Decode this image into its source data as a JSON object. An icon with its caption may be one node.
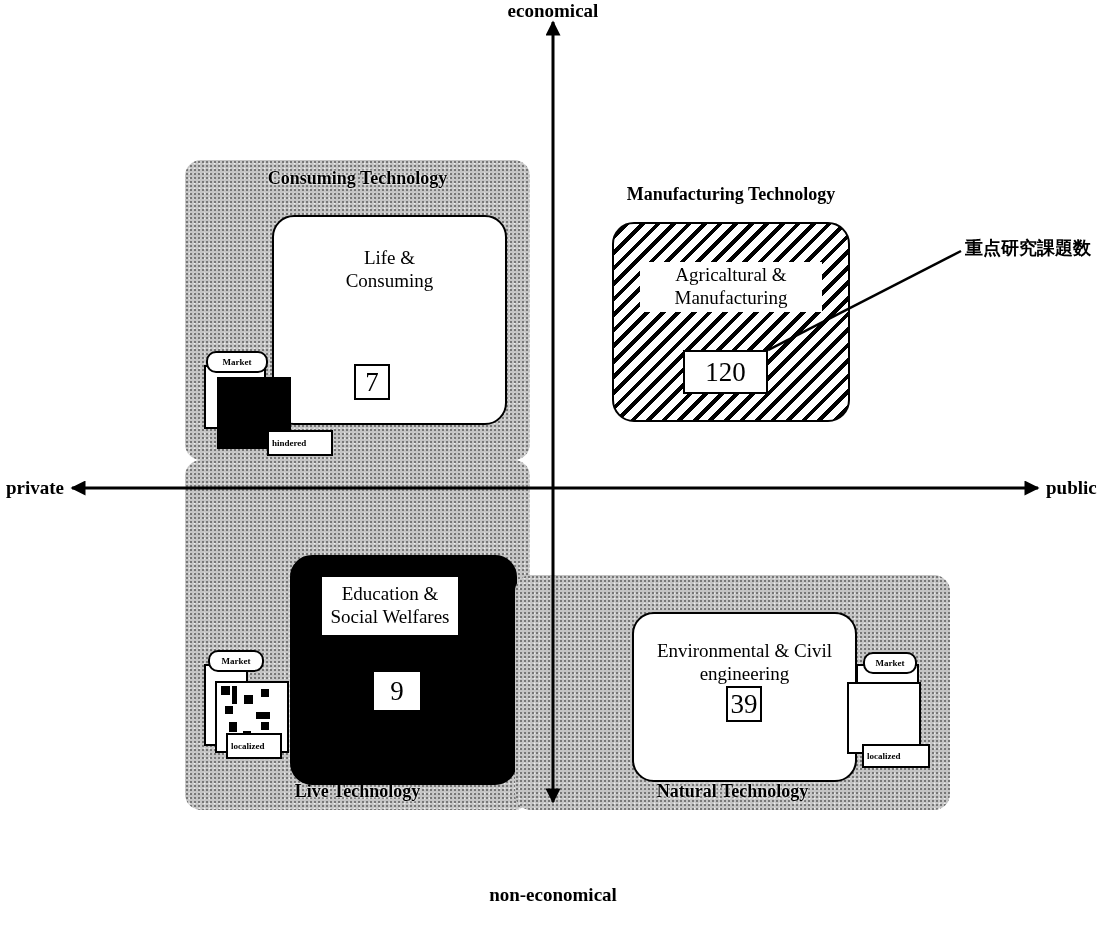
{
  "diagram": {
    "nodes": [
      {
        "text": [
          "Consuming Technology"
        ]
      },
      {
        "text": [
          "Life & Consuming"
        ],
        "in": 0
      },
      {
        "text": [
          "7"
        ],
        "in": 1
      },
      {
        "text": [
          "Market"
        ],
        "in": 0
      },
      {
        "text": [
          "hindered"
        ],
        "in": 0
      },
      {
        "text": [
          "Manufacturing Technology",
          "Agricaltural & Manufacturing"
        ]
      },
      {
        "text": [
          "120"
        ],
        "in": 5
      },
      {
        "text": [
          "重点研究課題数"
        ]
      },
      {
        "text": [
          "Live Technology"
        ]
      },
      {
        "text": [
          "Education & Social Welfares"
        ],
        "in": 8
      },
      {
        "text": [
          "9"
        ],
        "in": 9
      },
      {
        "text": [
          "Market"
        ],
        "in": 8
      },
      {
        "text": [
          "localized"
        ],
        "in": 8
      },
      {
        "text": [
          "Natural Technology"
        ]
      },
      {
        "text": [
          "Environmental & Civil engineering"
        ],
        "in": 13
      },
      {
        "text": [
          "39"
        ],
        "in": 14
      },
      {
        "text": [
          "Market"
        ],
        "in": 13
      },
      {
        "text": [
          "localized"
        ],
        "in": 13
      }
    ],
    "edges": [
      {
        "from": 7,
        "to": 6,
        "arrow": "none"
      }
    ],
    "labels": [
      "economical",
      "private",
      "public",
      "non-economical"
    ]
  }
}
